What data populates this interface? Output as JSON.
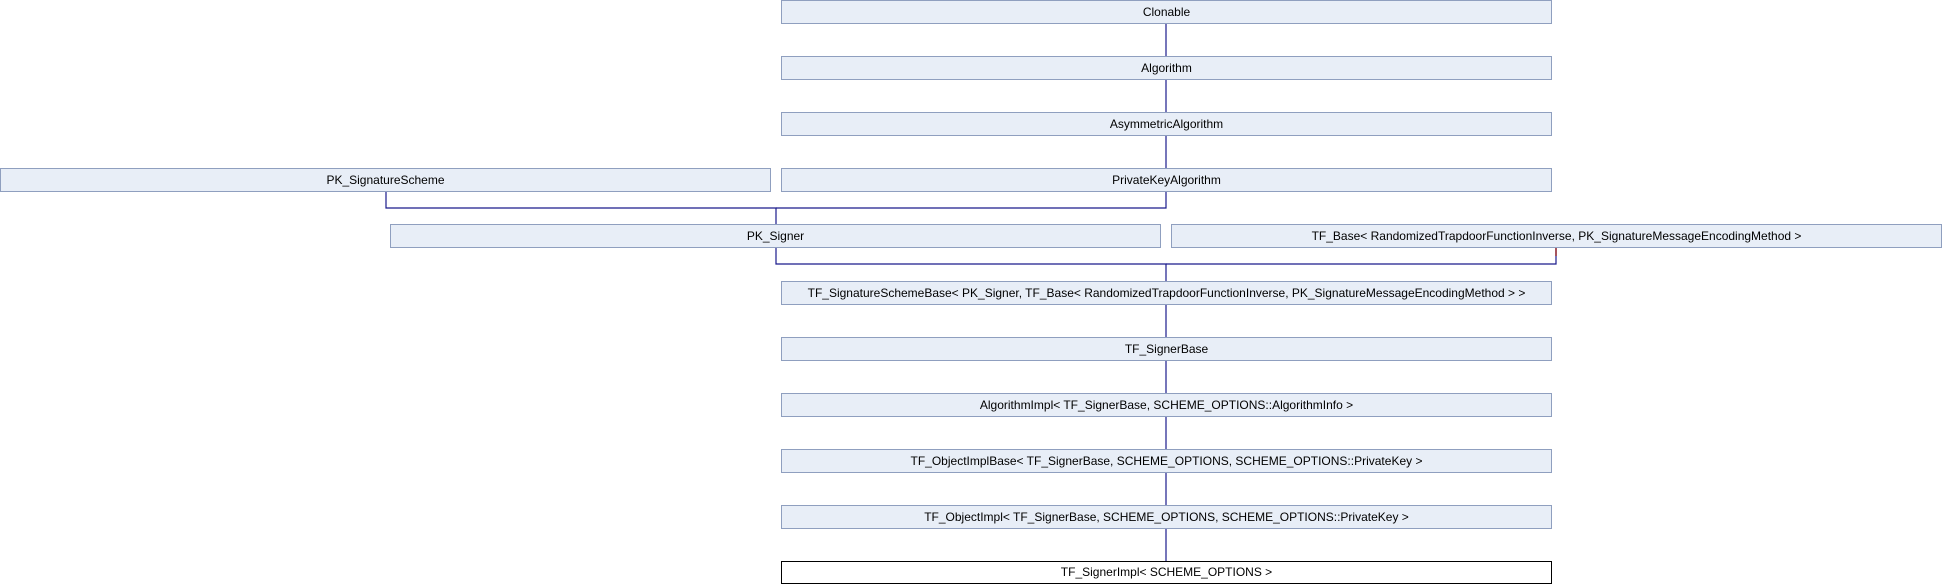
{
  "diagram": {
    "nodes": {
      "clonable": "Clonable",
      "algorithm": "Algorithm",
      "asymmetric_algorithm": "AsymmetricAlgorithm",
      "pk_signature_scheme": "PK_SignatureScheme",
      "private_key_algorithm": "PrivateKeyAlgorithm",
      "pk_signer": "PK_Signer",
      "tf_base": "TF_Base< RandomizedTrapdoorFunctionInverse, PK_SignatureMessageEncodingMethod >",
      "tf_signature_scheme_base": "TF_SignatureSchemeBase< PK_Signer, TF_Base< RandomizedTrapdoorFunctionInverse, PK_SignatureMessageEncodingMethod > >",
      "tf_signer_base": "TF_SignerBase",
      "algorithm_impl": "AlgorithmImpl< TF_SignerBase, SCHEME_OPTIONS::AlgorithmInfo >",
      "tf_object_impl_base": "TF_ObjectImplBase< TF_SignerBase, SCHEME_OPTIONS, SCHEME_OPTIONS::PrivateKey >",
      "tf_object_impl": "TF_ObjectImpl< TF_SignerBase, SCHEME_OPTIONS, SCHEME_OPTIONS::PrivateKey >",
      "tf_signer_impl": "TF_SignerImpl< SCHEME_OPTIONS >"
    },
    "colors": {
      "node_fill": "#e8eef7",
      "node_border": "#8f9fbf",
      "current_border": "#000000",
      "public_edge": "#1a1a8c",
      "protected_edge": "#8b0000"
    }
  }
}
